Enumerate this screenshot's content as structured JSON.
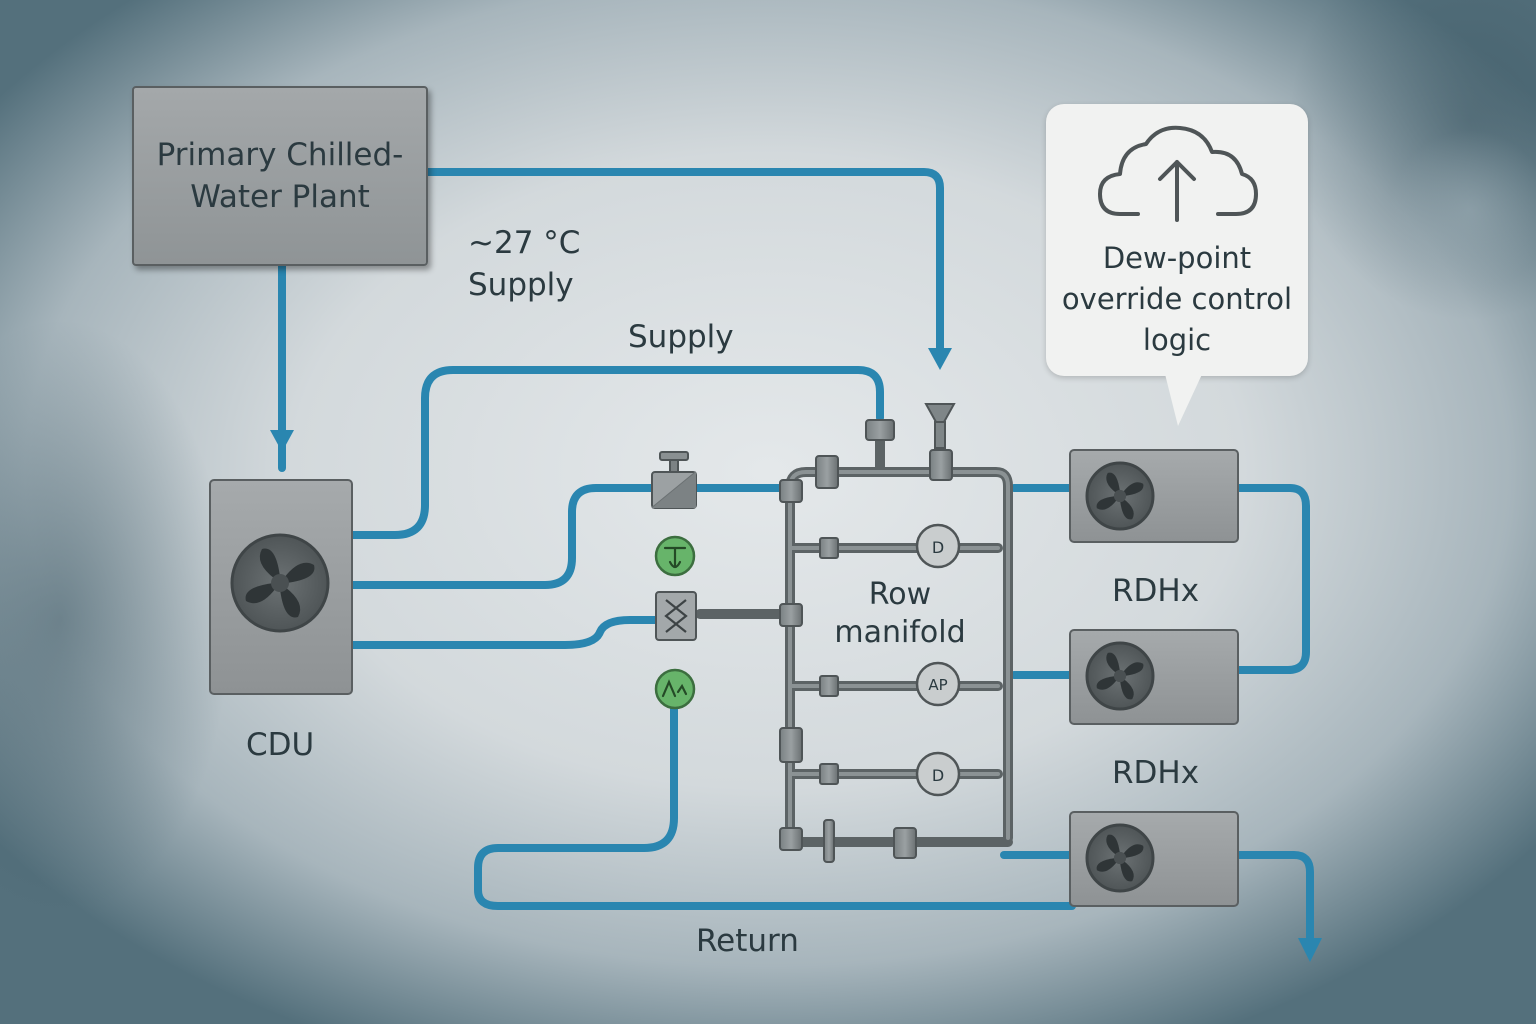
{
  "plant": {
    "label": "Primary Chilled-Water Plant"
  },
  "supply_temp": {
    "value": "~27 °C",
    "label": "Supply"
  },
  "supply_label": "Supply",
  "return_label": "Return",
  "cdu": {
    "label": "CDU"
  },
  "manifold": {
    "label": "Row manifold",
    "gauges": [
      "D",
      "AP",
      "D"
    ]
  },
  "rdhx": [
    {
      "label": "RDHx"
    },
    {
      "label": "RDHx"
    },
    {
      "label": ""
    }
  ],
  "callout": {
    "text": "Dew-point override control logic",
    "icon": "cloud-upload-icon"
  },
  "colors": {
    "pipe_water": "#2a86b0",
    "pipe_metal": "#6d7476",
    "equipment": "#9a9ea0",
    "sensor_green": "#5fae62"
  }
}
